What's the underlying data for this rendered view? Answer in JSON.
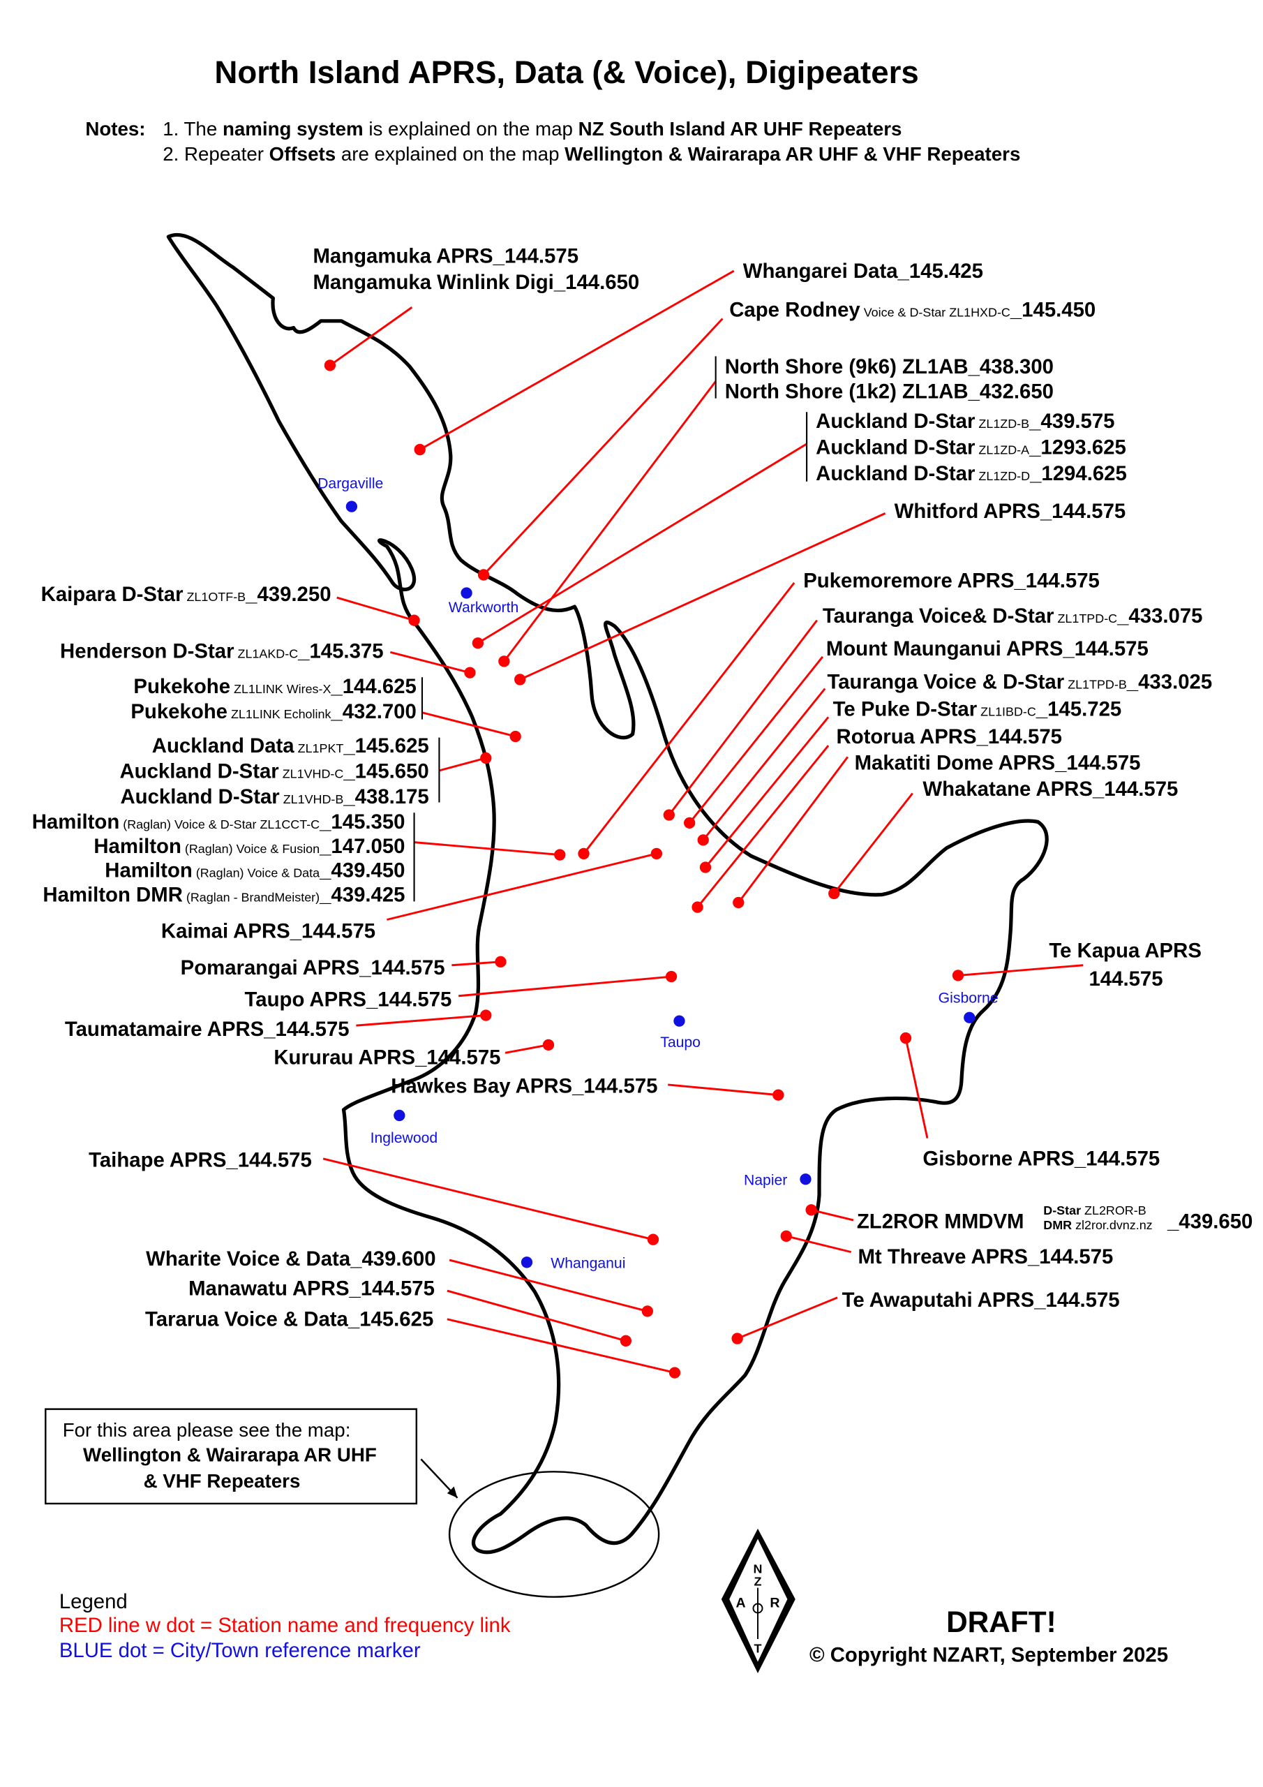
{
  "title": "North Island APRS, Data (& Voice), Digipeaters",
  "notes": {
    "label": "Notes:",
    "n1": {
      "pre": "1. The ",
      "b1": "naming system",
      "mid": " is explained on the map ",
      "b2": "NZ South Island AR  UHF Repeaters"
    },
    "n2": {
      "pre": "2. Repeater ",
      "b1": "Offsets",
      "mid": " are explained on the map ",
      "b2": "Wellington & Wairarapa AR UHF & VHF Repeaters"
    }
  },
  "colors": {
    "link": "#ff0000",
    "city": "#1010e0",
    "coast": "#000000"
  },
  "stations": [
    {
      "lines": [
        {
          "name": "Mangamuka APRS",
          "sub": "",
          "freq": "_144.575"
        },
        {
          "name": "Mangamuka Winlink Digi",
          "sub": "",
          "freq": "_144.650"
        }
      ]
    },
    {
      "lines": [
        {
          "name": "Whangarei Data",
          "sub": "",
          "freq": "_145.425"
        }
      ]
    },
    {
      "lines": [
        {
          "name": "Cape Rodney",
          "sub": " Voice & D-Star ZL1HXD-C",
          "freq": "_145.450"
        }
      ]
    },
    {
      "lines": [
        {
          "name": "North Shore (9k6) ZL1AB",
          "sub": "",
          "freq": "_438.300"
        },
        {
          "name": "North Shore (1k2) ZL1AB",
          "sub": "",
          "freq": "_432.650"
        }
      ]
    },
    {
      "lines": [
        {
          "name": "Auckland D-Star",
          "sub": " ZL1ZD-B",
          "freq": "_439.575"
        },
        {
          "name": "Auckland D-Star",
          "sub": " ZL1ZD-A",
          "freq": "_1293.625"
        },
        {
          "name": "Auckland D-Star",
          "sub": " ZL1ZD-D",
          "freq": "_1294.625"
        }
      ]
    },
    {
      "lines": [
        {
          "name": "Whitford APRS",
          "sub": "",
          "freq": "_144.575"
        }
      ]
    },
    {
      "lines": [
        {
          "name": "Pukemoremore APRS",
          "sub": "",
          "freq": "_144.575"
        }
      ]
    },
    {
      "lines": [
        {
          "name": "Tauranga Voice& D-Star",
          "sub": " ZL1TPD-C",
          "freq": "_433.075"
        }
      ]
    },
    {
      "lines": [
        {
          "name": "Mount Maunganui APRS",
          "sub": "",
          "freq": "_144.575"
        }
      ]
    },
    {
      "lines": [
        {
          "name": "Tauranga Voice & D-Star",
          "sub": " ZL1TPD-B",
          "freq": "_433.025"
        }
      ]
    },
    {
      "lines": [
        {
          "name": "Te Puke D-Star",
          "sub": " ZL1IBD-C",
          "freq": "_145.725"
        }
      ]
    },
    {
      "lines": [
        {
          "name": "Rotorua APRS",
          "sub": "",
          "freq": "_144.575"
        }
      ]
    },
    {
      "lines": [
        {
          "name": "Makatiti Dome APRS",
          "sub": "",
          "freq": "_144.575"
        }
      ]
    },
    {
      "lines": [
        {
          "name": "Whakatane APRS",
          "sub": "",
          "freq": "_144.575"
        }
      ]
    },
    {
      "lines": [
        {
          "name": "Kaipara D-Star",
          "sub": " ZL1OTF-B",
          "freq": "_439.250"
        }
      ]
    },
    {
      "lines": [
        {
          "name": "Henderson D-Star",
          "sub": " ZL1AKD-C",
          "freq": "_145.375"
        }
      ]
    },
    {
      "lines": [
        {
          "name": "Pukekohe",
          "sub": " ZL1LINK Wires-X",
          "freq": "_144.625"
        },
        {
          "name": "Pukekohe",
          "sub": " ZL1LINK Echolink",
          "freq": "_432.700"
        }
      ]
    },
    {
      "lines": [
        {
          "name": "Auckland Data",
          "sub": " ZL1PKT",
          "freq": "_145.625"
        },
        {
          "name": "Auckland D-Star",
          "sub": " ZL1VHD-C",
          "freq": "_145.650"
        },
        {
          "name": "Auckland D-Star",
          "sub": " ZL1VHD-B",
          "freq": "_438.175"
        }
      ]
    },
    {
      "lines": [
        {
          "name": "Hamilton",
          "sub": " (Raglan) Voice & D-Star ZL1CCT-C",
          "freq": "_145.350"
        },
        {
          "name": "Hamilton",
          "sub": " (Raglan) Voice & Fusion",
          "freq": "_147.050"
        },
        {
          "name": "Hamilton",
          "sub": " (Raglan) Voice & Data",
          "freq": "_439.450"
        },
        {
          "name": "Hamilton DMR",
          "sub": " (Raglan - BrandMeister)",
          "freq": "_439.425"
        }
      ]
    },
    {
      "lines": [
        {
          "name": "Kaimai APRS",
          "sub": "",
          "freq": "_144.575"
        }
      ]
    },
    {
      "lines": [
        {
          "name": "Pomarangai APRS",
          "sub": "",
          "freq": "_144.575"
        }
      ]
    },
    {
      "lines": [
        {
          "name": "Taupo APRS",
          "sub": "",
          "freq": "_144.575"
        }
      ]
    },
    {
      "lines": [
        {
          "name": "Taumatamaire APRS",
          "sub": "",
          "freq": "_144.575"
        }
      ]
    },
    {
      "lines": [
        {
          "name": "Kururau APRS",
          "sub": "",
          "freq": "_144.575"
        }
      ]
    },
    {
      "lines": [
        {
          "name": "Hawkes Bay APRS",
          "sub": "",
          "freq": "_144.575"
        }
      ]
    },
    {
      "lines": [
        {
          "name": "Taihape APRS",
          "sub": "",
          "freq": "_144.575"
        }
      ]
    },
    {
      "lines": [
        {
          "name": "Wharite Voice & Data",
          "sub": "",
          "freq": "_439.600"
        }
      ]
    },
    {
      "lines": [
        {
          "name": "Manawatu APRS",
          "sub": "",
          "freq": "_144.575"
        }
      ]
    },
    {
      "lines": [
        {
          "name": "Tararua Voice & Data",
          "sub": "",
          "freq": "_145.625"
        }
      ]
    },
    {
      "lines": [
        {
          "name": "Te Kapua APRS",
          "sub": "",
          "freq": ""
        },
        {
          "name": "",
          "sub": "",
          "freq": "144.575"
        }
      ]
    },
    {
      "lines": [
        {
          "name": "Gisborne APRS",
          "sub": "",
          "freq": "_144.575"
        }
      ]
    },
    {
      "lines": [
        {
          "name": "ZL2ROR MMDVM",
          "sub": "",
          "freq": "_439.650"
        }
      ],
      "extra": {
        "l1b": "D-Star",
        "l1": " ZL2ROR-B",
        "l2b": "DMR",
        "l2": " zl2ror.dvnz.nz"
      }
    },
    {
      "lines": [
        {
          "name": "Mt Threave APRS",
          "sub": "",
          "freq": "_144.575"
        }
      ]
    },
    {
      "lines": [
        {
          "name": "Te Awaputahi APRS",
          "sub": "",
          "freq": "_144.575"
        }
      ]
    }
  ],
  "cities": [
    "Dargaville",
    "Warkworth",
    "Gisborne",
    "Taupo",
    "Inglewood",
    "Napier",
    "Whanganui"
  ],
  "callout": {
    "line1": "For this area please see the map:",
    "line2": "Wellington & Wairarapa AR UHF",
    "line3": "& VHF Repeaters"
  },
  "legend": {
    "title": "Legend",
    "red": "RED line w dot = Station name and frequency link",
    "blue": "BLUE dot = City/Town reference marker"
  },
  "footer": {
    "draft": "DRAFT!",
    "copyright": "© Copyright NZART, September 2025"
  },
  "logo": {
    "text": "NZART",
    "icon": "nzart-diamond-logo"
  }
}
